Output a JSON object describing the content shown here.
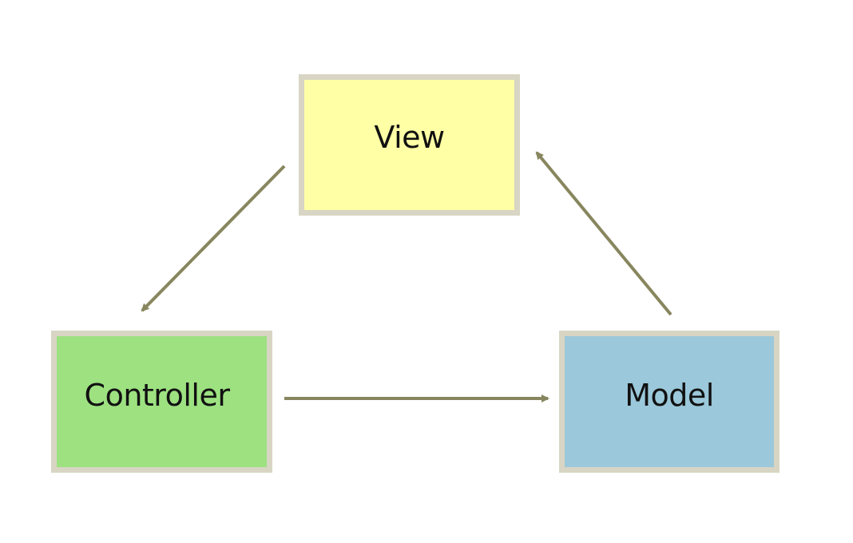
{
  "nodes": {
    "view": {
      "label": "View",
      "fill": "#ffffa6"
    },
    "controller": {
      "label": "Controller",
      "fill": "#9de181"
    },
    "model": {
      "label": "Model",
      "fill": "#9bc8da"
    }
  },
  "edges": [
    {
      "from": "view",
      "to": "controller"
    },
    {
      "from": "controller",
      "to": "model"
    },
    {
      "from": "model",
      "to": "view"
    }
  ],
  "colors": {
    "arrow": "#87865e",
    "node_border": "#d8d5c4",
    "background": "#ffffff"
  }
}
